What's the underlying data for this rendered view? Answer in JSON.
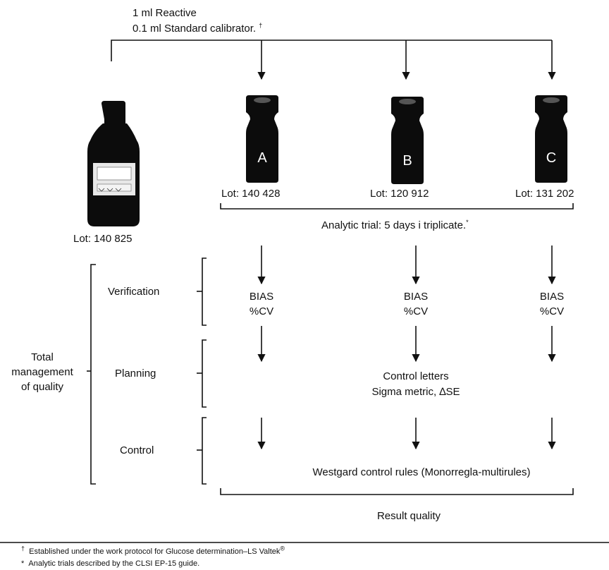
{
  "header": {
    "reactive": "1 ml Reactive",
    "calibrator": "0.1 ml Standard calibrator.",
    "calibrator_mark": "†"
  },
  "reference": {
    "lot": "Lot: 140 825"
  },
  "bottles": [
    {
      "letter": "A",
      "lot": "Lot: 140 428"
    },
    {
      "letter": "B",
      "lot": "Lot: 120 912"
    },
    {
      "letter": "C",
      "lot": "Lot: 131 202"
    }
  ],
  "trial": {
    "text": "Analytic trial: 5 days i triplicate.",
    "mark": "*"
  },
  "management": {
    "line1": "Total",
    "line2": "management",
    "line3": "of quality"
  },
  "stages": {
    "verification": "Verification",
    "planning": "Planning",
    "control": "Control"
  },
  "verification": {
    "bias": "BIAS",
    "cv": "%CV"
  },
  "planning": {
    "letters": "Control letters",
    "sigma": "Sigma metric, ∆SE"
  },
  "control": {
    "rules": "Westgard control rules (Monorregla-multirules)"
  },
  "result": "Result quality",
  "footnotes": {
    "dagger_mark": "†",
    "dagger_text": "Established under the work protocol for Glucose determination–LS Valtek",
    "dagger_reg": "®",
    "star_mark": "*",
    "star_text": "Analytic trials described by the CLSI EP-15 guide."
  },
  "colors": {
    "ink": "#111111",
    "bottle": "#0c0c0c",
    "label": "#ffffff"
  }
}
